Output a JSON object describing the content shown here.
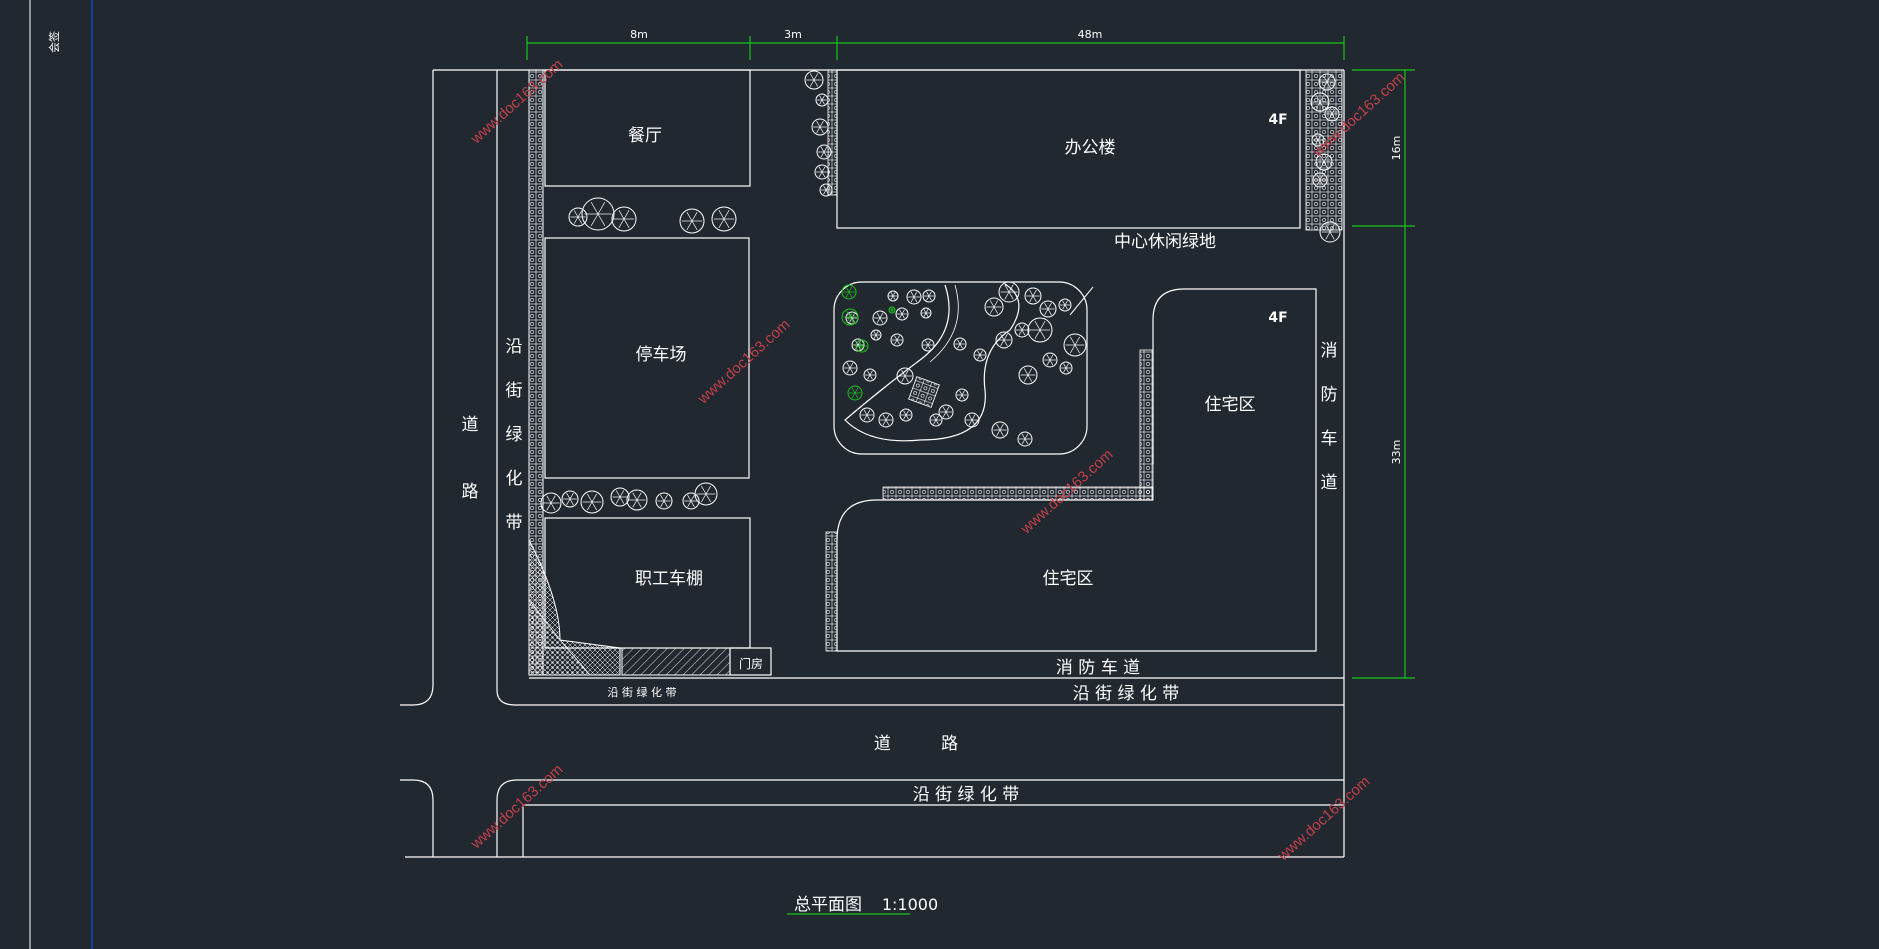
{
  "colors": {
    "background": "#212830",
    "line": "#ffffff",
    "dimension": "#19c519",
    "watermark": "#c0404a",
    "left_border": "#1f3fd0"
  },
  "corner_label": "会签",
  "dimensions": {
    "top": [
      "8m",
      "3m",
      "48m"
    ],
    "right": [
      "16m",
      "33m"
    ]
  },
  "buildings": {
    "restaurant": "餐厅",
    "office": "办公楼",
    "office_floors": "4F",
    "parking": "停车场",
    "bike_shed": "职工车棚",
    "gatehouse": "门房",
    "residential_upper": "住宅区",
    "residential_upper_floors": "4F",
    "residential_lower": "住宅区"
  },
  "labels": {
    "central_green": "中心休闲绿地",
    "road_left_1": "道",
    "road_left_2": "路",
    "green_belt_vertical": [
      "沿",
      "街",
      "绿",
      "化",
      "带"
    ],
    "fire_lane_right": [
      "消",
      "防",
      "车",
      "道"
    ],
    "fire_lane_bottom": "消 防 车 道",
    "green_belt_small": "沿 街 绿 化 带",
    "green_belt_bottom_1": "沿 街 绿 化 带",
    "road_bottom": "道 　 　 路",
    "green_belt_bottom_2": "沿 街 绿 化 带"
  },
  "drawing_title": "总平面图",
  "drawing_scale": "1:1000",
  "watermark_text": "www.doc163.com",
  "icons": [
    "tree-icon",
    "shrub-icon",
    "paving-pattern-icon",
    "hatch-pattern-icon"
  ]
}
